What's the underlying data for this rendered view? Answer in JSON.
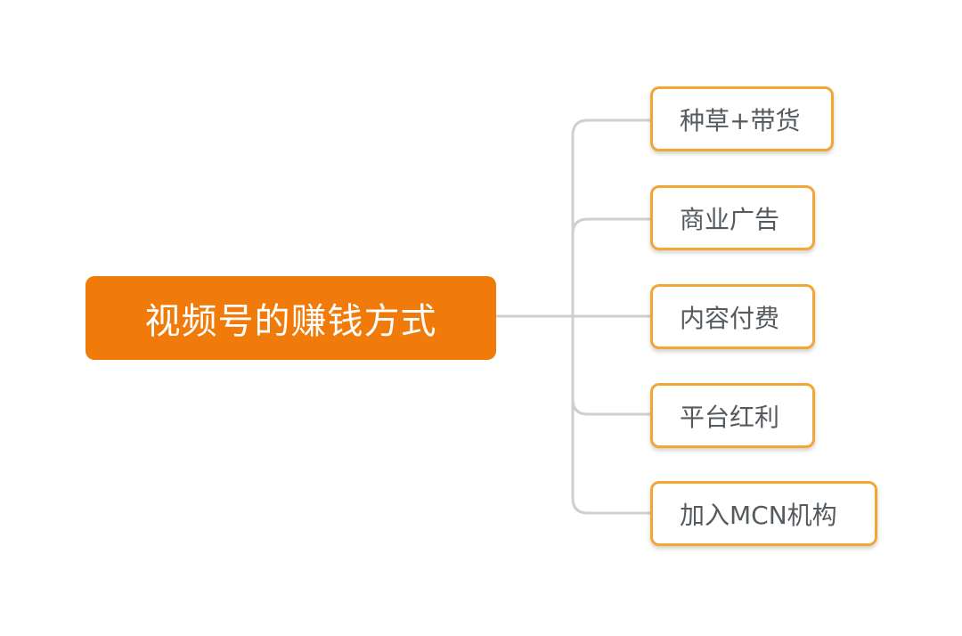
{
  "mindmap": {
    "root": {
      "label": "视频号的赚钱方式"
    },
    "branches": [
      {
        "label": "种草+带货"
      },
      {
        "label": "商业广告"
      },
      {
        "label": "内容付费"
      },
      {
        "label": "平台红利"
      },
      {
        "label": "加入MCN机构"
      }
    ]
  },
  "colors": {
    "root_fill": "#f07b0a",
    "root_text": "#ffffff",
    "branch_border": "#f3a634",
    "branch_text": "#555a5e",
    "connector": "#cfcfcf"
  }
}
